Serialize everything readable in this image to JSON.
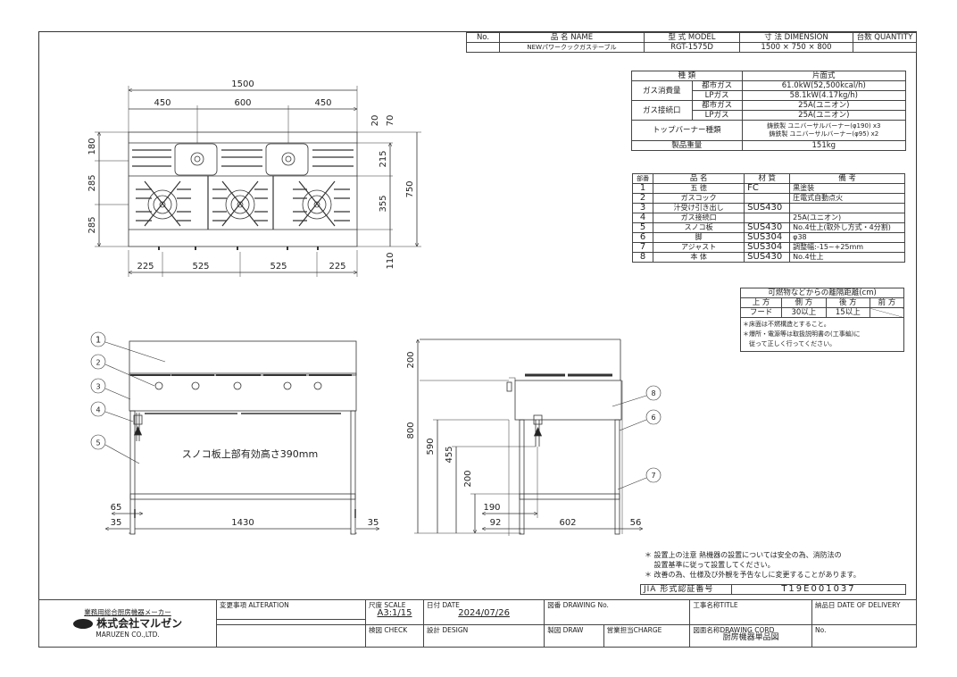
{
  "header": {
    "no_label": "No.",
    "name_label": "品 名 NAME",
    "model_label": "型 式 MODEL",
    "dimension_label": "寸 法 DIMENSION",
    "quantity_label": "台数 QUANTITY",
    "name": "NEWパワークックガステーブル",
    "model": "RGT-1575D",
    "dimension": "1500 × 750 × 800",
    "quantity": ""
  },
  "spec": {
    "type_label": "種 類",
    "type_value": "片面式",
    "consumption_label": "ガス消費量",
    "connection_label": "ガス接続口",
    "city_gas": "都市ガス",
    "lp_gas": "LPガス",
    "consumption_city": "61.0kW(52,500kcal/h)",
    "consumption_lp": "58.1kW(4.17kg/h)",
    "connection_city": "25A(ユニオン)",
    "connection_lp": "25A(ユニオン)",
    "burner_label": "トップバーナー種類",
    "burner_1": "鋳鉄製 ユニバーサルバーナー(φ190) x3",
    "burner_2": "鋳鉄製 ユニバーサルバーナー(φ95)  x2",
    "weight_label": "製品重量",
    "weight": "151kg"
  },
  "parts": {
    "headers": [
      "部番",
      "品 名",
      "材 質",
      "備 考"
    ],
    "rows": [
      [
        "1",
        "五 徳",
        "FC",
        "黒塗装"
      ],
      [
        "2",
        "ガスコック",
        "",
        "圧電式自動点火"
      ],
      [
        "3",
        "汁受け引き出し",
        "SUS430",
        ""
      ],
      [
        "4",
        "ガス接続口",
        "",
        "25A(ユニオン)"
      ],
      [
        "5",
        "スノコ板",
        "SUS430",
        "No.4仕上(取外し方式・4分割)"
      ],
      [
        "6",
        "脚",
        "SUS304",
        "φ38"
      ],
      [
        "7",
        "アジャスト",
        "SUS304",
        "調整幅:-15~+25mm"
      ],
      [
        "8",
        "本 体",
        "SUS430",
        "No.4仕上"
      ]
    ]
  },
  "clearance": {
    "title": "可燃物などからの離隔距離(cm)",
    "headers": [
      "上 方",
      "側 方",
      "後 方",
      "前 方"
    ],
    "values": [
      "フード",
      "30以上",
      "15以上",
      ""
    ],
    "notes": [
      "＊床面は不燃構造とすること。",
      "＊爆所・電源等は取扱説明書の(工事編)に",
      "　従って正しく行ってください。"
    ]
  },
  "notes": [
    "＊ 設置上の注意 熱機器の設置については安全の為、消防法の",
    "　 設置基準に従って設置してください。",
    "＊ 改善の為、仕様及び外観を予告なしに変更することがあります。"
  ],
  "jia": {
    "label": "JIA 形式認証番号",
    "value": "T19E001037"
  },
  "drawing": {
    "top": {
      "d1500": "1500",
      "d450a": "450",
      "d600": "600",
      "d450b": "450",
      "d225a": "225",
      "d525a": "525",
      "d525b": "525",
      "d225b": "225",
      "d180": "180",
      "d285a": "285",
      "d285b": "285",
      "d20": "20",
      "d70": "70",
      "d215": "215",
      "d355": "355",
      "d750": "750",
      "d110": "110"
    },
    "front": {
      "shelf_note": "スノコ板上部有効高さ390mm",
      "d65": "65",
      "d35a": "35",
      "d1430": "1430",
      "d35b": "35",
      "balloons": [
        "1",
        "2",
        "3",
        "4",
        "5"
      ]
    },
    "side": {
      "d200": "200",
      "d800": "800",
      "d590": "590",
      "d455": "455",
      "d200b": "200",
      "d190": "190",
      "d92": "92",
      "d602": "602",
      "d56": "56",
      "balloons": [
        "8",
        "6",
        "7"
      ]
    }
  },
  "title_block": {
    "maker_tagline": "業務用総合厨房機器メーカー",
    "company": "株式会社マルゼン",
    "company_en": "MARUZEN CO.,LTD.",
    "alteration_label": "変更事項 ALTERATION",
    "scale_label": "尺度 SCALE",
    "scale": "A3:1/15",
    "date_label": "日付 DATE",
    "date": "2024/07/26",
    "drawing_no_label": "図番 DRAWING No.",
    "title_label": "工事名称TITLE",
    "delivery_label": "納品日 DATE OF DELIVERY",
    "check_label": "検図 CHECK",
    "design_label": "設計 DESIGN",
    "draw_label": "製図 DRAW",
    "charge_label": "営業担当CHARGE",
    "drawing_cord_label": "図面名称DRAWING CORD",
    "drawing_cord": "厨房機器単品図",
    "no_label": "No."
  }
}
